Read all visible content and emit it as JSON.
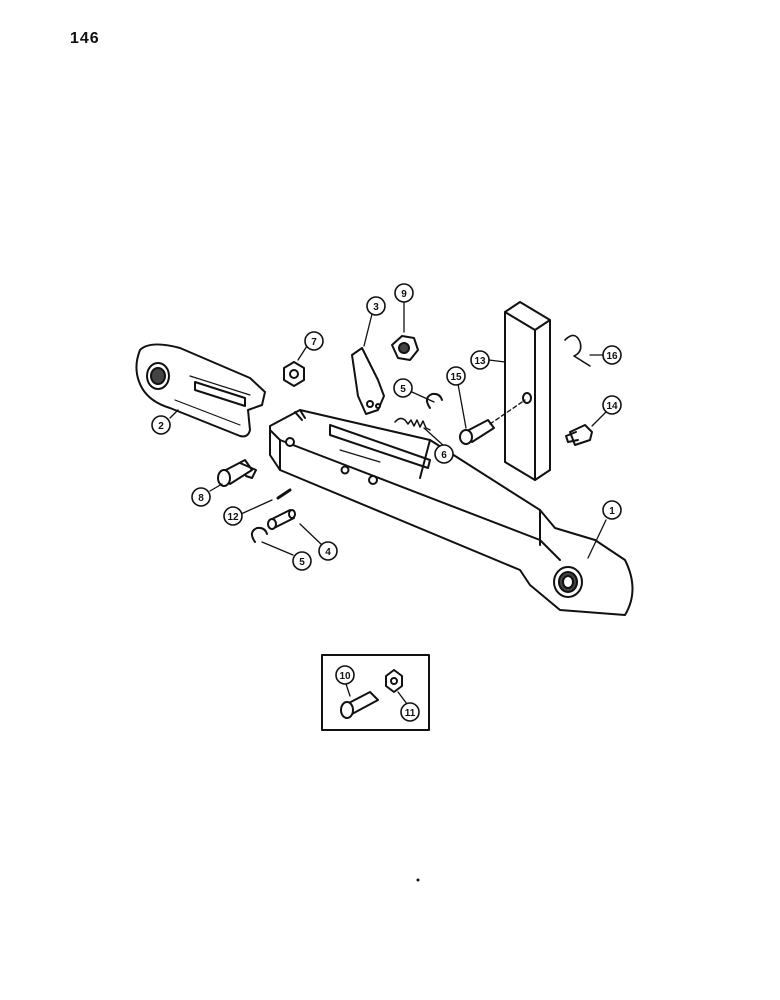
{
  "page": {
    "number": "146"
  },
  "callouts": [
    {
      "id": "c1",
      "label": "1"
    },
    {
      "id": "c2",
      "label": "2"
    },
    {
      "id": "c3",
      "label": "3"
    },
    {
      "id": "c4",
      "label": "4"
    },
    {
      "id": "c5a",
      "label": "5"
    },
    {
      "id": "c5b",
      "label": "5"
    },
    {
      "id": "c6",
      "label": "6"
    },
    {
      "id": "c7",
      "label": "7"
    },
    {
      "id": "c8",
      "label": "8"
    },
    {
      "id": "c9",
      "label": "9"
    },
    {
      "id": "c10",
      "label": "10"
    },
    {
      "id": "c11",
      "label": "11"
    },
    {
      "id": "c12",
      "label": "12"
    },
    {
      "id": "c13",
      "label": "13"
    },
    {
      "id": "c14",
      "label": "14"
    },
    {
      "id": "c15",
      "label": "15"
    },
    {
      "id": "c16",
      "label": "16"
    }
  ]
}
